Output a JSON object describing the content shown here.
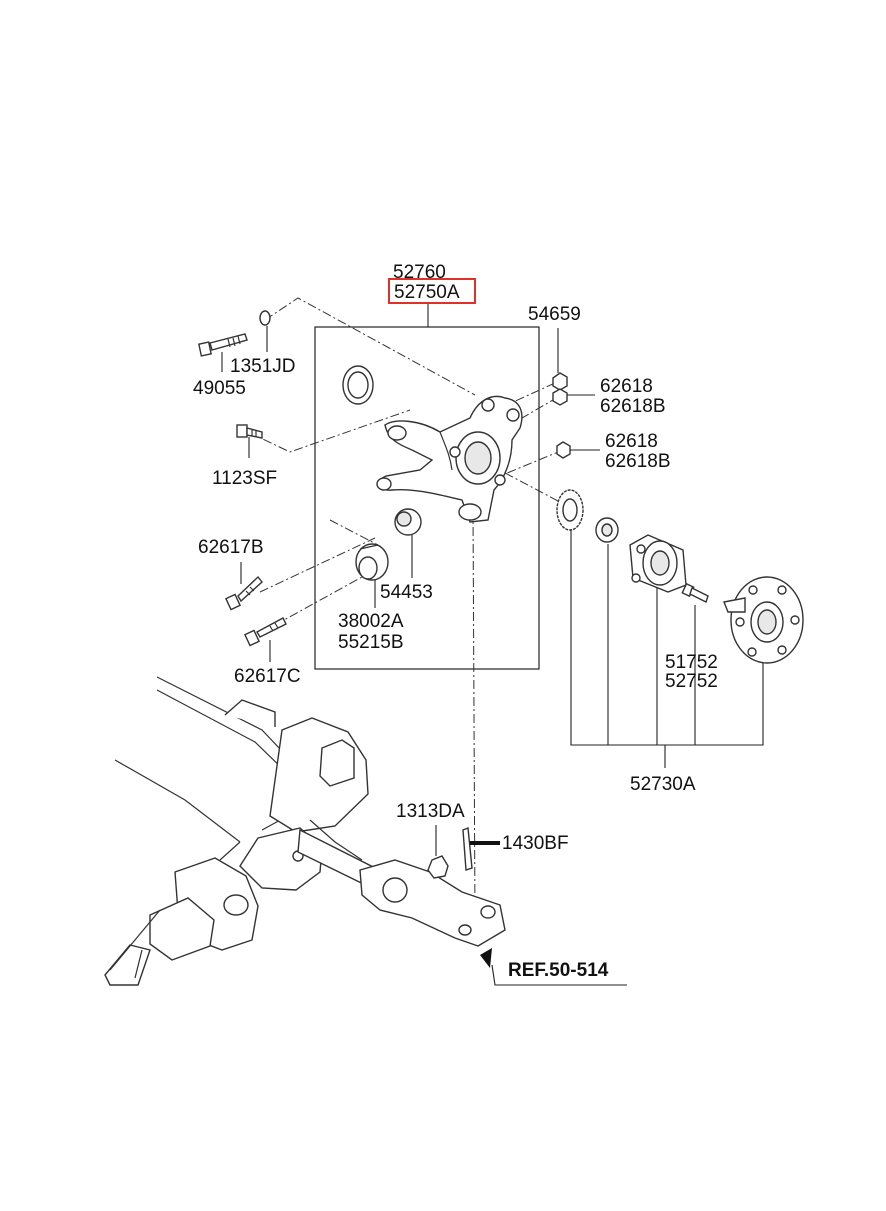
{
  "highlight_color": "#e0302a",
  "labels": {
    "p52760": "52760",
    "p52750A": "52750A",
    "p54659": "54659",
    "p1351JD": "1351JD",
    "p49055": "49055",
    "p62618_1": "62618",
    "p62618B_1": "62618B",
    "p62618_2": "62618",
    "p62618B_2": "62618B",
    "p1123SF": "1123SF",
    "p62617B": "62617B",
    "p54453": "54453",
    "p38002A": "38002A",
    "p55215B": "55215B",
    "p62617C": "62617C",
    "p51752": "51752",
    "p52752": "52752",
    "p52730A": "52730A",
    "p1313DA": "1313DA",
    "p1430BF": "1430BF",
    "ref": "REF.50-514"
  }
}
